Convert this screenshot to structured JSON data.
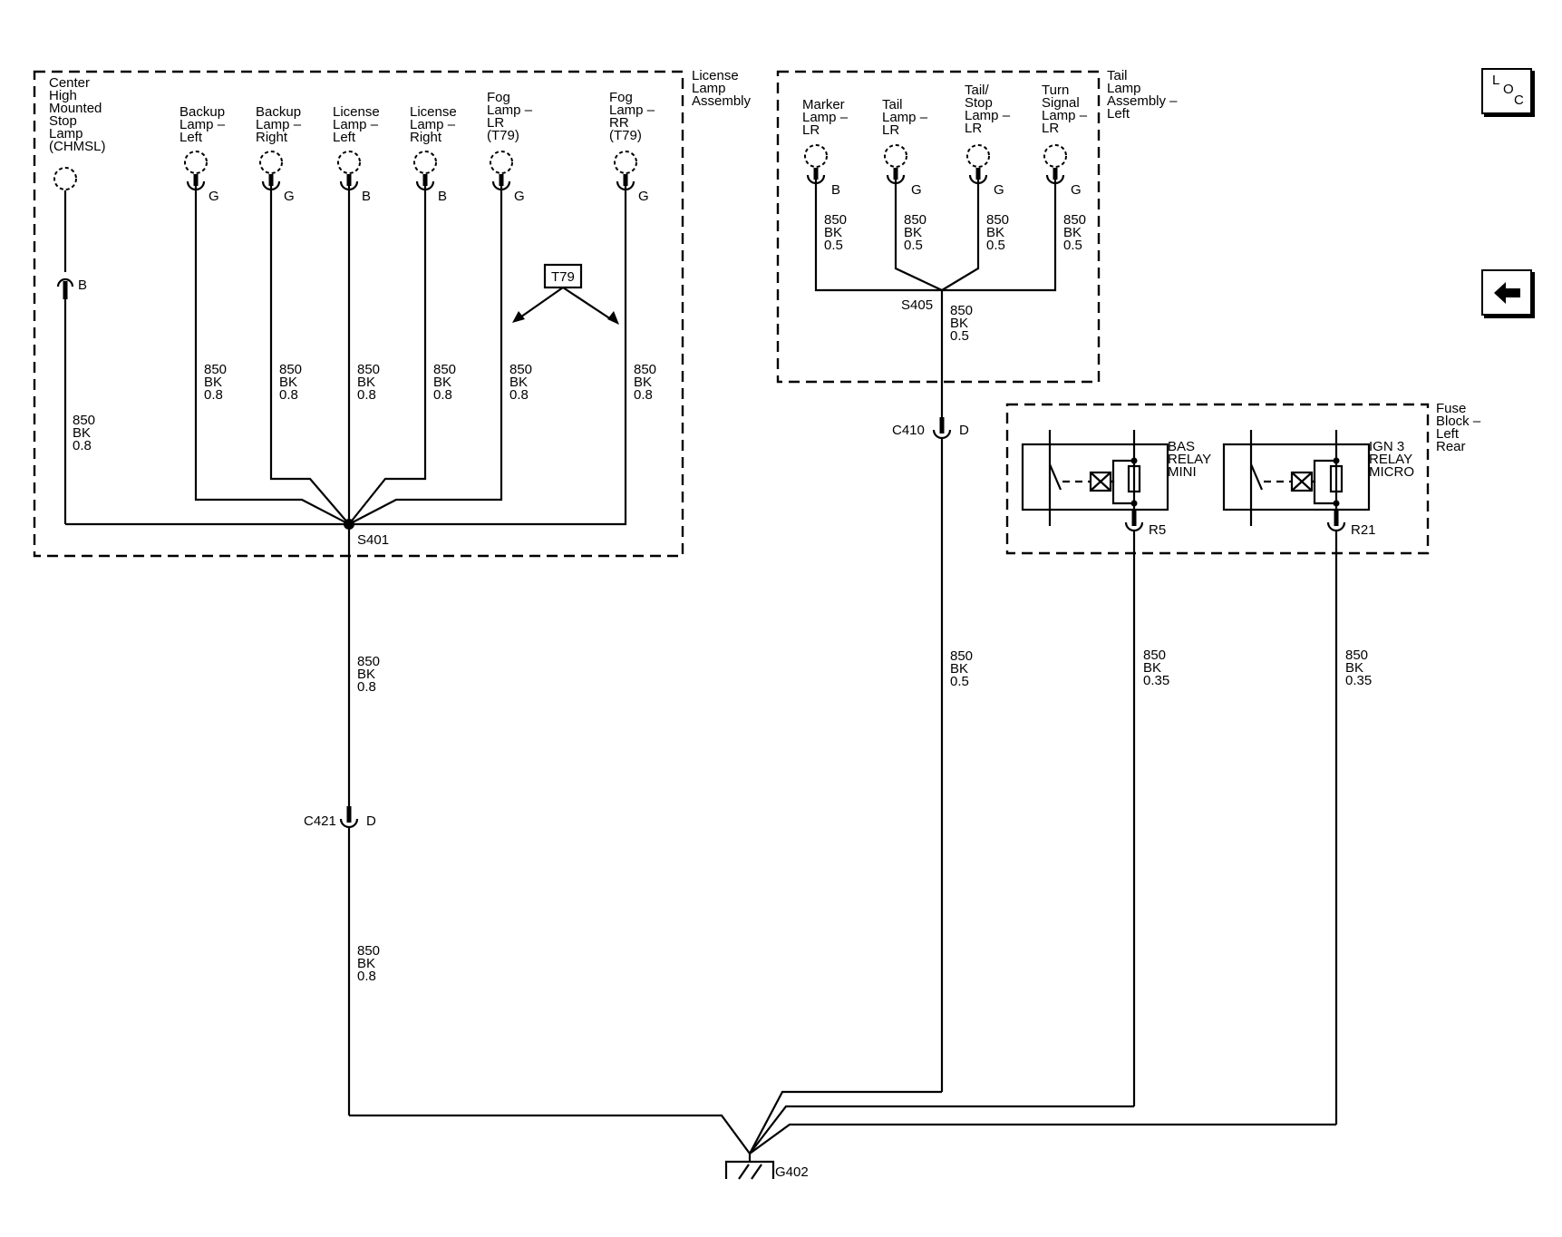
{
  "nav": {
    "loc_letters": [
      "L",
      "O",
      "C"
    ],
    "back_icon": "left-arrow-icon"
  },
  "assemblies": {
    "license_lamp": [
      "License",
      "Lamp",
      "Assembly"
    ],
    "tail_lamp": [
      "Tail",
      "Lamp",
      "Assembly –",
      "Left"
    ],
    "fuse_block": [
      "Fuse",
      "Block –",
      "Left",
      "Rear"
    ]
  },
  "lamps": {
    "chmsl": [
      "Center",
      "High",
      "Mounted",
      "Stop",
      "Lamp",
      "(CHMSL)"
    ],
    "backup_left": [
      "Backup",
      "Lamp –",
      "Left"
    ],
    "backup_right": [
      "Backup",
      "Lamp –",
      "Right"
    ],
    "license_left": [
      "License",
      "Lamp –",
      "Left"
    ],
    "license_right": [
      "License",
      "Lamp –",
      "Right"
    ],
    "fog_lr": [
      "Fog",
      "Lamp –",
      "LR",
      "(T79)"
    ],
    "fog_rr": [
      "Fog",
      "Lamp –",
      "RR",
      "(T79)"
    ],
    "marker_lr": [
      "Marker",
      "Lamp –",
      "LR"
    ],
    "tail_lr": [
      "Tail",
      "Lamp –",
      "LR"
    ],
    "tail_stop_lr": [
      "Tail/",
      "Stop",
      "Lamp –",
      "LR"
    ],
    "turn_lr": [
      "Turn",
      "Signal",
      "Lamp –",
      "LR"
    ]
  },
  "pins": {
    "B": "B",
    "G": "G",
    "D": "D",
    "R5": "R5",
    "R21": "R21"
  },
  "option_tag": "T79",
  "wires": {
    "w850_bk_08": [
      "850",
      "BK",
      "0.8"
    ],
    "w850_bk_05": [
      "850",
      "BK",
      "0.5"
    ],
    "w850_bk_035": [
      "850",
      "BK",
      "0.35"
    ]
  },
  "splices": {
    "s401": "S401",
    "s405": "S405"
  },
  "connectors": {
    "c410": "C410",
    "c421": "C421"
  },
  "relays": {
    "bas": [
      "BAS",
      "RELAY",
      "MINI"
    ],
    "ign3": [
      "IGN 3",
      "RELAY",
      "MICRO"
    ]
  },
  "ground": "G402"
}
